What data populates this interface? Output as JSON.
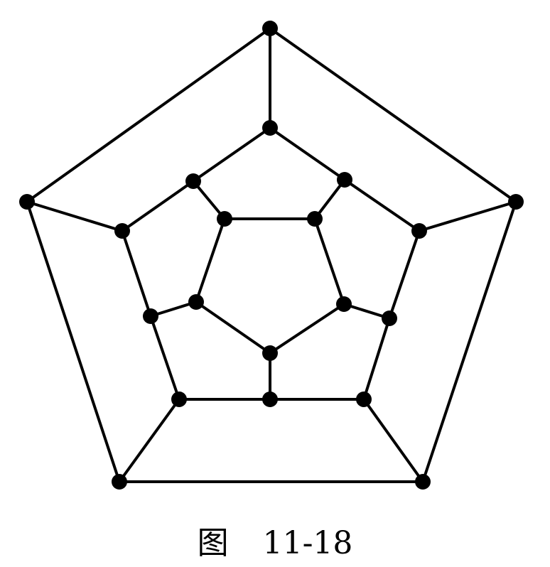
{
  "figure": {
    "caption_prefix": "图",
    "caption_number": "11-18"
  },
  "colors": {
    "line": "#000000",
    "vertex": "#000000",
    "background": "#ffffff"
  },
  "graph": {
    "vertex_count": 20,
    "edges": [
      [
        "o1",
        "o2"
      ],
      [
        "o2",
        "o3"
      ],
      [
        "o3",
        "o4"
      ],
      [
        "o4",
        "o5"
      ],
      [
        "o5",
        "o1"
      ],
      [
        "o1",
        "m1"
      ],
      [
        "o2",
        "m2"
      ],
      [
        "o3",
        "m3"
      ],
      [
        "o4",
        "m4"
      ],
      [
        "o5",
        "m5"
      ],
      [
        "m1",
        "q1"
      ],
      [
        "q1",
        "m2"
      ],
      [
        "m2",
        "q2"
      ],
      [
        "q2",
        "m3"
      ],
      [
        "m3",
        "q3"
      ],
      [
        "q3",
        "m4"
      ],
      [
        "m4",
        "q4"
      ],
      [
        "q4",
        "m5"
      ],
      [
        "m5",
        "q5"
      ],
      [
        "q5",
        "m1"
      ],
      [
        "q1",
        "i1"
      ],
      [
        "q2",
        "i2"
      ],
      [
        "q3",
        "i3"
      ],
      [
        "q4",
        "i4"
      ],
      [
        "q5",
        "i5"
      ],
      [
        "i1",
        "i2"
      ],
      [
        "i2",
        "i3"
      ],
      [
        "i3",
        "i4"
      ],
      [
        "i4",
        "i5"
      ],
      [
        "i5",
        "i1"
      ]
    ]
  }
}
